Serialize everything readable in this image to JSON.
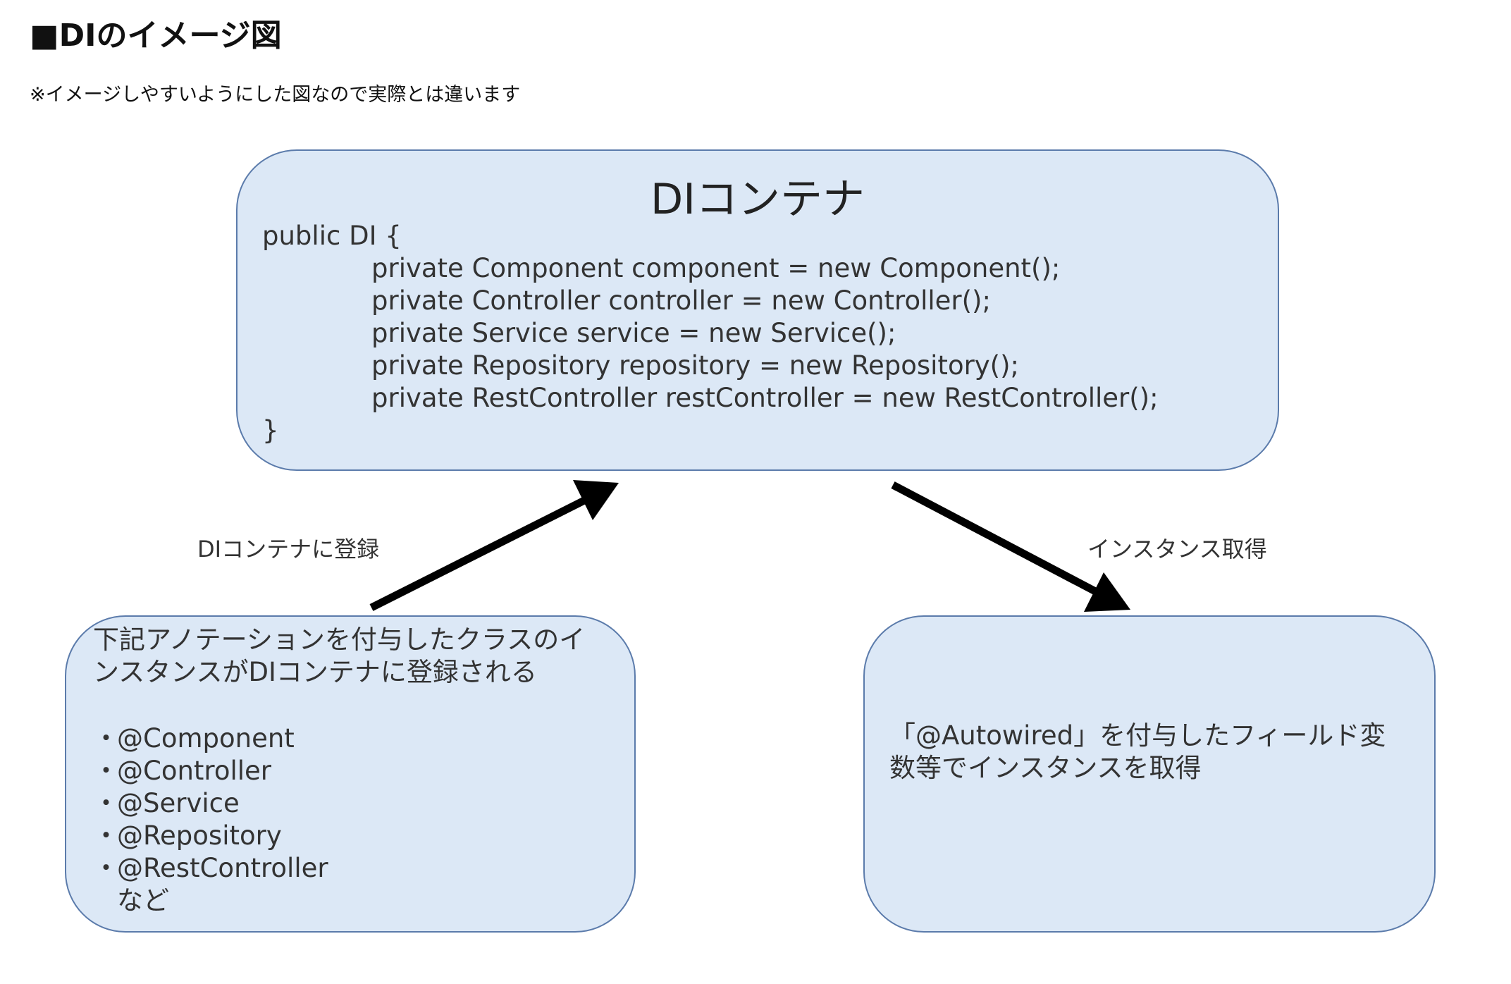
{
  "page": {
    "heading": "■DIのイメージ図",
    "note": "※イメージしやすいようにした図なので実際とは違います"
  },
  "container": {
    "title": "DIコンテナ",
    "code_open": "public DI {",
    "code_lines": [
      "private Component component = new Component();",
      "private Controller controller = new Controller();",
      "private Service service = new Service();",
      "private Repository repository = new Repository();",
      "private RestController restController = new RestController();"
    ],
    "code_close": "}"
  },
  "register": {
    "arrow_label": "DIコンテナに登録",
    "desc_lines": [
      "下記アノテーションを付与したクラスのイ",
      "ンスタンスがDIコンテナに登録される"
    ],
    "bullet": "・",
    "annotations": [
      "@Component",
      "@Controller",
      "@Service",
      "@Repository",
      "@RestController"
    ],
    "etc": "など"
  },
  "retrieve": {
    "arrow_label": "インスタンス取得",
    "desc_lines": [
      "「@Autowired」を付与したフィールド変",
      "数等でインスタンスを取得"
    ]
  },
  "colors": {
    "box_fill": "#dce8f6",
    "box_border": "#5b7bab",
    "arrow": "#000000"
  }
}
